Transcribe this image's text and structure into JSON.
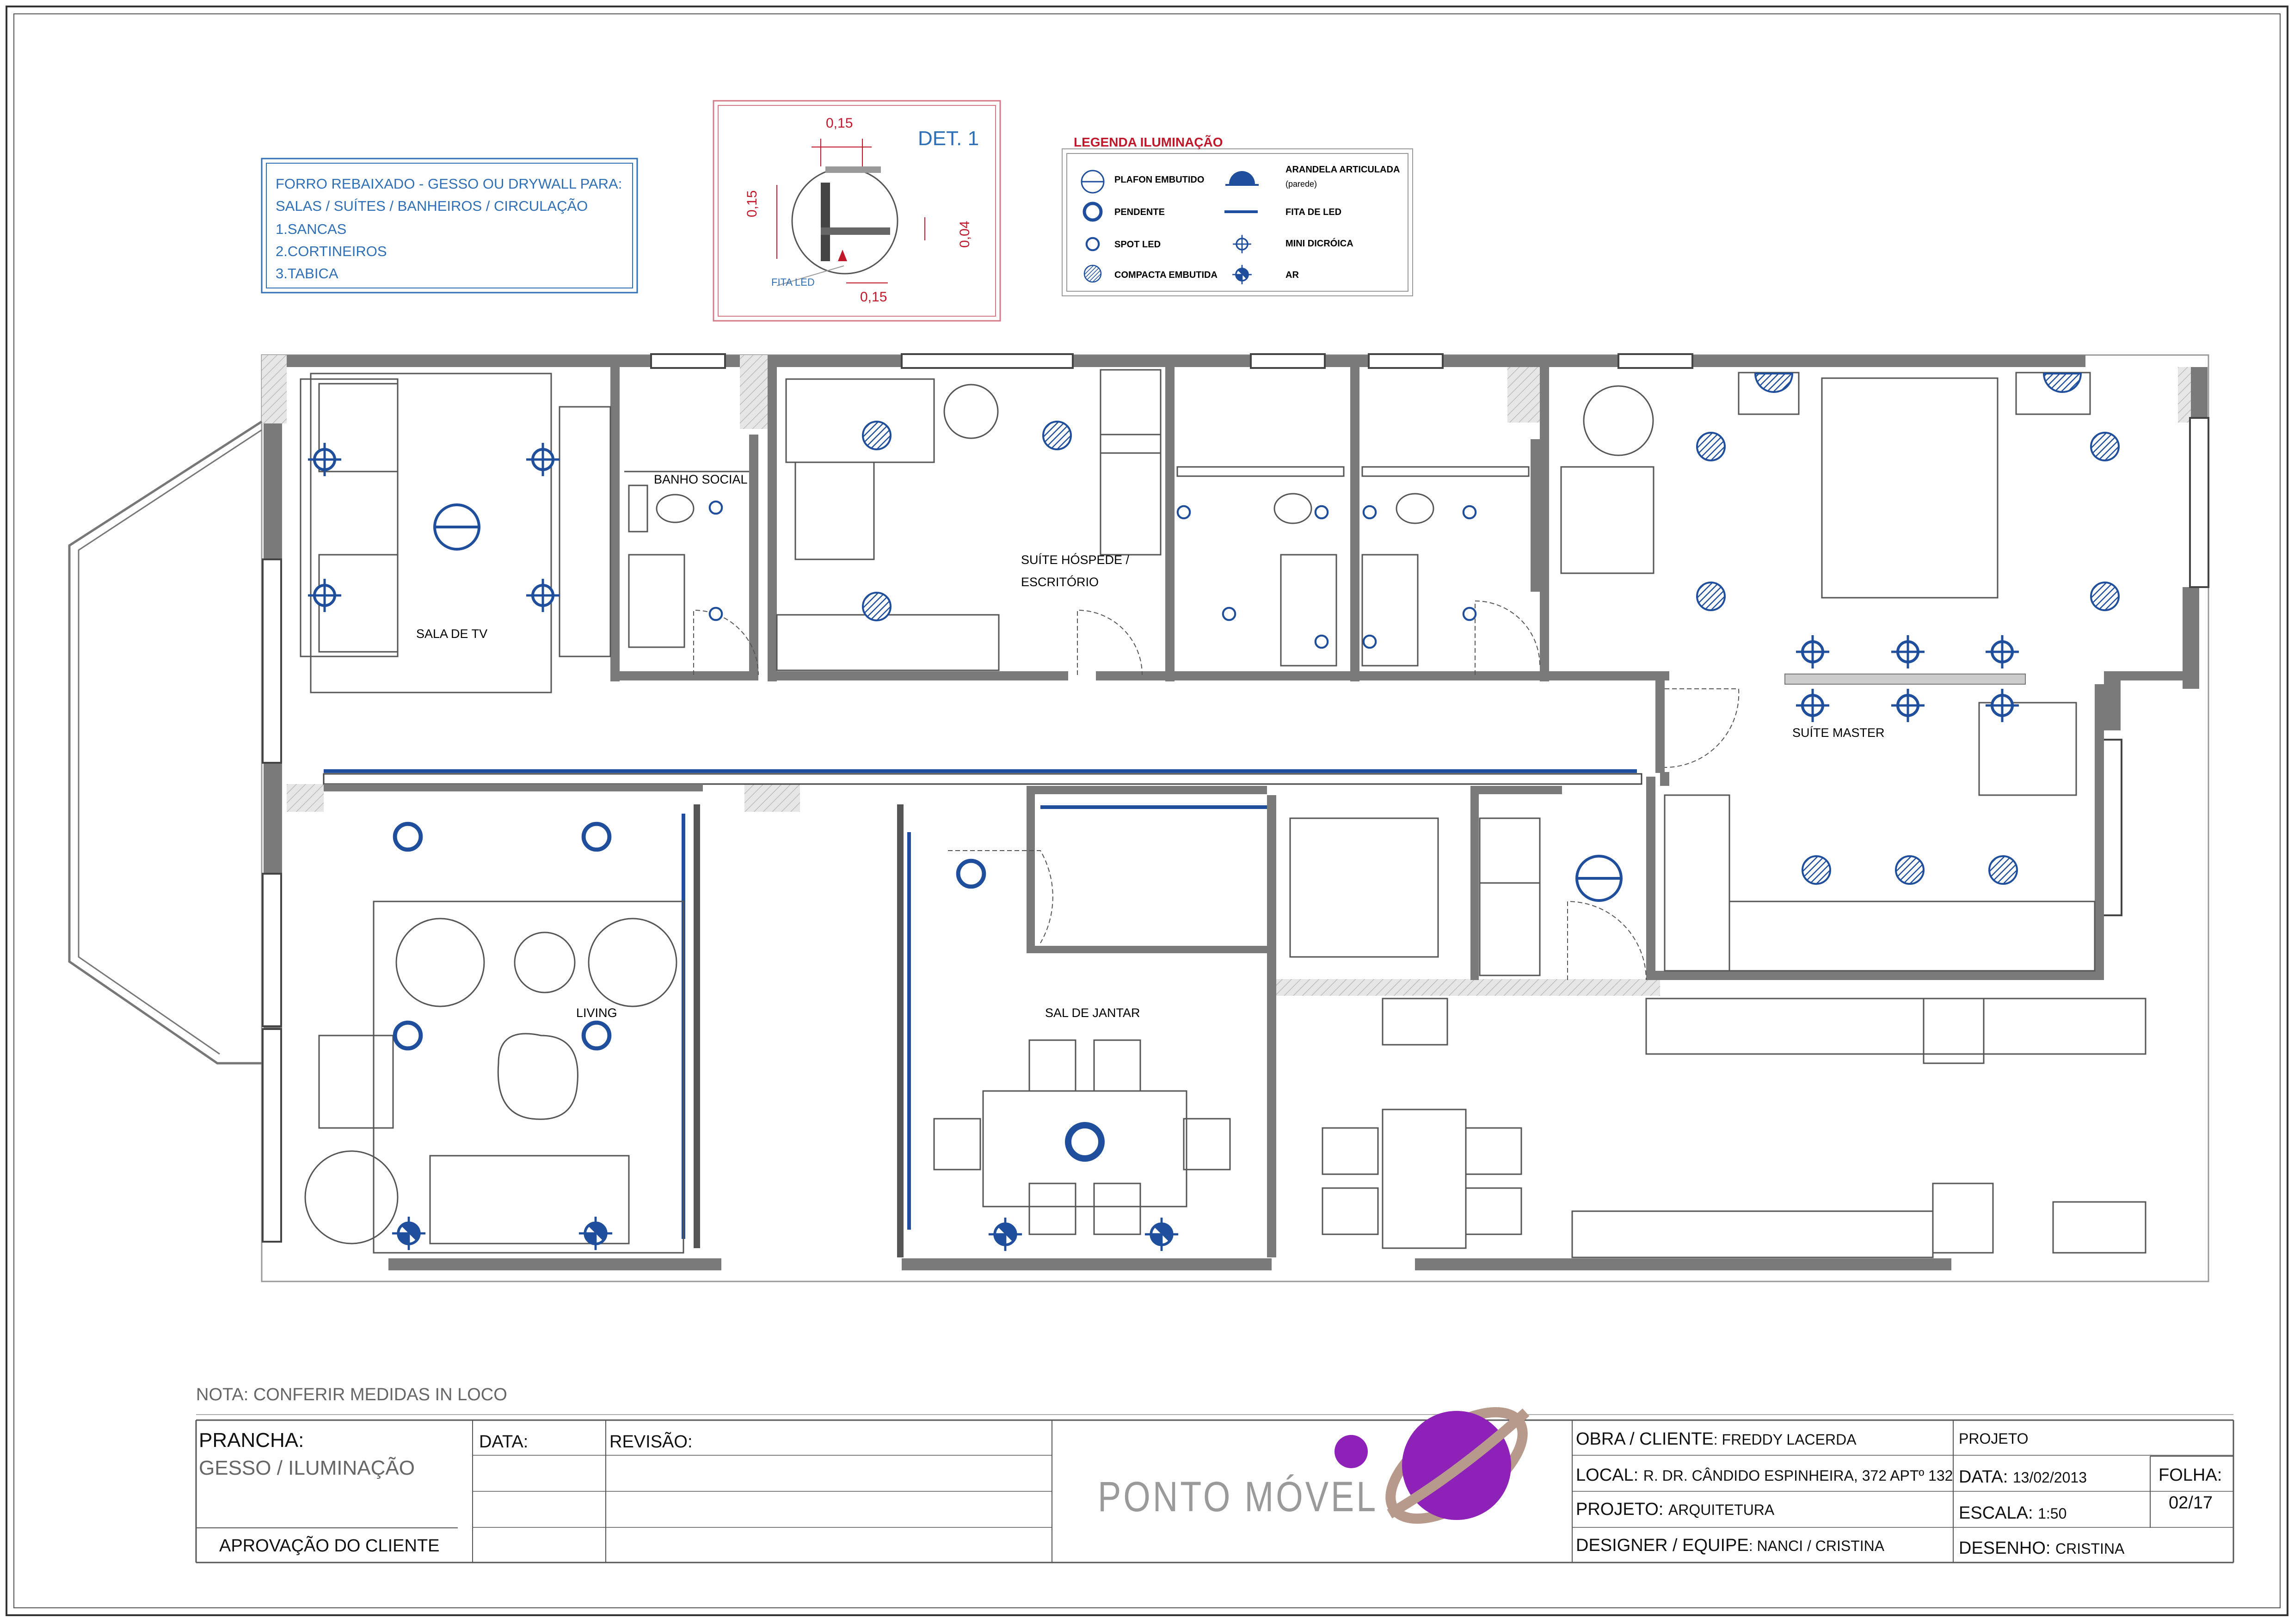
{
  "notes_box": {
    "lines": [
      "FORRO REBAIXADO - GESSO OU DRYWALL PARA:",
      "SALAS / SUÍTES / BANHEIROS / CIRCULAÇÃO",
      "1.SANCAS",
      "2.CORTINEIROS",
      "3.TABICA"
    ]
  },
  "detail": {
    "title": "DET. 1",
    "dim_top": "0,15",
    "dim_left": "0,15",
    "dim_right": "0,04",
    "dim_bottom": "0,15",
    "led_label": "FITA LED"
  },
  "legend": {
    "title": "LEGENDA ILUMINAÇÃO",
    "items": [
      {
        "icon": "plafon-embutido-icon",
        "label": "PLAFON EMBUTIDO"
      },
      {
        "icon": "pendente-icon",
        "label": "PENDENTE"
      },
      {
        "icon": "spot-led-icon",
        "label": "SPOT LED"
      },
      {
        "icon": "compacta-embutida-icon",
        "label": "COMPACTA EMBUTIDA"
      },
      {
        "icon": "arandela-articulada-icon",
        "label": "ARANDELA ARTICULADA",
        "sub": "(parede)"
      },
      {
        "icon": "fita-led-icon",
        "label": "FITA DE LED"
      },
      {
        "icon": "mini-dicroica-icon",
        "label": "MINI DICRÓICA"
      },
      {
        "icon": "ar-icon",
        "label": "AR"
      }
    ]
  },
  "rooms": {
    "sala_tv": "SALA DE TV",
    "banho_social": "BANHO SOCIAL",
    "suite_hospede_1": "SUÍTE HÓSPEDE /",
    "suite_hospede_2": "ESCRITÓRIO",
    "suite_master": "SUÍTE MASTER",
    "living": "LIVING",
    "sal_jantar": "SAL DE JANTAR"
  },
  "nota": "NOTA: CONFERIR MEDIDAS IN LOCO",
  "title_block": {
    "prancha_label": "PRANCHA:",
    "prancha_value": "GESSO / ILUMINAÇÃO",
    "data_label": "DATA:",
    "revisao_label": "REVISÃO:",
    "aprovacao": "APROVAÇÃO DO CLIENTE",
    "logo_text": "PONTO MÓVEL",
    "obra_label": "OBRA / CLIENTE",
    "obra_value": ": FREDDY LACERDA",
    "local_label": "LOCAL:",
    "local_value": "R. DR. CÂNDIDO ESPINHEIRA, 372 APTº 132",
    "projeto_label": "PROJETO:",
    "projeto_value": "ARQUITETURA",
    "designer_label": "DESIGNER / EQUIPE",
    "designer_value": ": NANCI / CRISTINA",
    "projeto_header": "PROJETO",
    "data2_label": "DATA:",
    "data2_value": "13/02/2013",
    "escala_label": "ESCALA:",
    "escala_value": "1:50",
    "desenho_label": "DESENHO:",
    "desenho_value": "CRISTINA",
    "folha_label": "FOLHA:",
    "folha_value": "02/17"
  },
  "colors": {
    "plan_blue": "#1f4f9c",
    "legend_red": "#c0182a",
    "note_blue": "#2e6fb5",
    "wall_grey": "#7a7a7a",
    "logo_purple": "#8e22b8",
    "logo_ring": "#b79a8c"
  }
}
